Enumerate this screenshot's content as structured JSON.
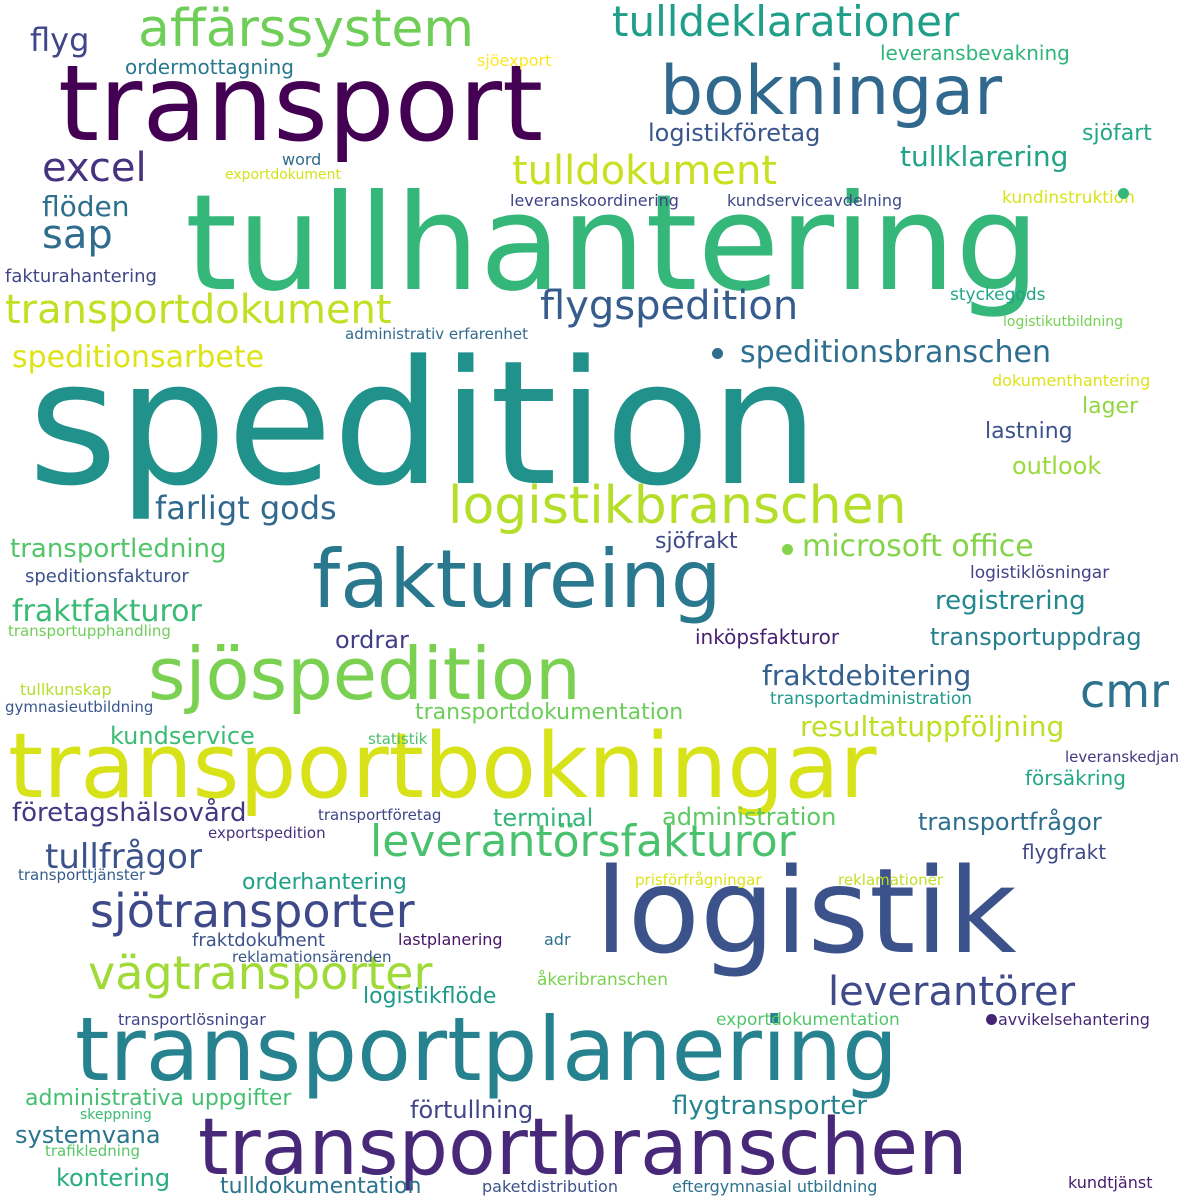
{
  "words": [
    {
      "text": "spedition",
      "color": "#21918c"
    },
    {
      "text": "tullhantering",
      "color": "#35b779"
    },
    {
      "text": "transport",
      "color": "#440154"
    },
    {
      "text": "logistik",
      "color": "#3b528b"
    },
    {
      "text": "transportplanering",
      "color": "#26828e"
    },
    {
      "text": "transportbokningar",
      "color": "#d8e219"
    },
    {
      "text": "faktureing",
      "color": "#2a788e"
    },
    {
      "text": "transportbranschen",
      "color": "#482878"
    },
    {
      "text": "bokningar",
      "color": "#31688e"
    },
    {
      "text": "sjöspedition",
      "color": "#7ad151"
    },
    {
      "text": "logistikbranschen",
      "color": "#b5de2b"
    },
    {
      "text": "affärssystem",
      "color": "#6ece58"
    },
    {
      "text": "leverantörsfakturor",
      "color": "#4ac16d"
    },
    {
      "text": "sjötransporter",
      "color": "#3e4989"
    },
    {
      "text": "vägtransporter",
      "color": "#a0da39"
    },
    {
      "text": "tulldeklarationer",
      "color": "#1f9e89"
    },
    {
      "text": "transportdokument",
      "color": "#c2df23"
    },
    {
      "text": "flygspedition",
      "color": "#365c8d"
    },
    {
      "text": "tulldokument",
      "color": "#c8e020"
    },
    {
      "text": "cmr",
      "color": "#2c728e"
    },
    {
      "text": "leverantörer",
      "color": "#3e4a89"
    },
    {
      "text": "excel",
      "color": "#46337e"
    },
    {
      "text": "sap",
      "color": "#2f6c8e"
    },
    {
      "text": "farligt gods",
      "color": "#31688e"
    },
    {
      "text": "speditionsbranschen",
      "color": "#2e6e8e"
    },
    {
      "text": "tullfrågor",
      "color": "#3b528b"
    },
    {
      "text": "speditionsarbete",
      "color": "#dde318"
    },
    {
      "text": "microsoft office",
      "color": "#84d44b"
    },
    {
      "text": "fraktfakturor",
      "color": "#3aba76"
    },
    {
      "text": "transportledning",
      "color": "#52c569"
    },
    {
      "text": "flöden",
      "color": "#2d708e"
    },
    {
      "text": "flyg",
      "color": "#3f4788"
    },
    {
      "text": "tullklarering",
      "color": "#20a386"
    },
    {
      "text": "fraktdebitering",
      "color": "#355f8d"
    },
    {
      "text": "resultatuppföljning",
      "color": "#bddf26"
    },
    {
      "text": "flygtransporter",
      "color": "#25848e"
    },
    {
      "text": "logistikföretag",
      "color": "#39568c"
    },
    {
      "text": "registrering",
      "color": "#23888e"
    },
    {
      "text": "transportuppdrag",
      "color": "#277f8e"
    },
    {
      "text": "företagshälsovård",
      "color": "#453781"
    },
    {
      "text": "transportfrågor",
      "color": "#2e6e8e"
    },
    {
      "text": "kundservice",
      "color": "#3bbb75"
    },
    {
      "text": "administration",
      "color": "#5ec962"
    },
    {
      "text": "terminal",
      "color": "#34b679"
    },
    {
      "text": "orderhantering",
      "color": "#1fa088"
    },
    {
      "text": "logistikflöde",
      "color": "#1e9c89"
    },
    {
      "text": "transportdokumentation",
      "color": "#6ccd5a"
    },
    {
      "text": "förtullning",
      "color": "#404688"
    },
    {
      "text": "administrativa uppgifter",
      "color": "#44bf70"
    },
    {
      "text": "systemvana",
      "color": "#2b748e"
    },
    {
      "text": "kontering",
      "color": "#28ae80"
    },
    {
      "text": "tulldokumentation",
      "color": "#2c738e"
    },
    {
      "text": "lastning",
      "color": "#3b528b"
    },
    {
      "text": "lager",
      "color": "#91d742"
    },
    {
      "text": "outlook",
      "color": "#9bd93c"
    },
    {
      "text": "sjöfart",
      "color": "#22a785"
    },
    {
      "text": "sjöfrakt",
      "color": "#3e4989"
    },
    {
      "text": "ordrar",
      "color": "#433e85"
    },
    {
      "text": "inköpsfakturor",
      "color": "#482173"
    },
    {
      "text": "försäkring",
      "color": "#22a884"
    },
    {
      "text": "flygfrakt",
      "color": "#3f4889"
    },
    {
      "text": "ordermottagning",
      "color": "#2a788e"
    },
    {
      "text": "leveransbevakning",
      "color": "#2fb47c"
    },
    {
      "text": "sjöexport",
      "color": "#fde725"
    },
    {
      "text": "word",
      "color": "#2f6c8e"
    },
    {
      "text": "exportdokument",
      "color": "#d2e21b"
    },
    {
      "text": "leveranskoordinering",
      "color": "#414287"
    },
    {
      "text": "kundserviceavdelning",
      "color": "#3e4a89"
    },
    {
      "text": "kundinstruktion",
      "color": "#dae319"
    },
    {
      "text": "fakturahantering",
      "color": "#3f4788"
    },
    {
      "text": "styckegods",
      "color": "#20a486"
    },
    {
      "text": "logistikutbildning",
      "color": "#75d054"
    },
    {
      "text": "administrativ erfarenhet",
      "color": "#306a8e"
    },
    {
      "text": "dokumenthantering",
      "color": "#dde318"
    },
    {
      "text": "speditionsfakturor",
      "color": "#3b528b"
    },
    {
      "text": "logistiklösningar",
      "color": "#424086"
    },
    {
      "text": "transportupphandling",
      "color": "#6ece58"
    },
    {
      "text": "tullkunskap",
      "color": "#b8de29"
    },
    {
      "text": "gymnasieutbildning",
      "color": "#39568c"
    },
    {
      "text": "transportadministration",
      "color": "#1f9a8a"
    },
    {
      "text": "statistik",
      "color": "#4ac16d"
    },
    {
      "text": "leveranskedjan",
      "color": "#453882"
    },
    {
      "text": "transportföretag",
      "color": "#3f4788"
    },
    {
      "text": "exportspedition",
      "color": "#46327e"
    },
    {
      "text": "transporttjänster",
      "color": "#355e8d"
    },
    {
      "text": "prisförfrågningar",
      "color": "#dde318"
    },
    {
      "text": "reklamationer",
      "color": "#c0df25"
    },
    {
      "text": "fraktdokument",
      "color": "#3b528b"
    },
    {
      "text": "lastplanering",
      "color": "#471365"
    },
    {
      "text": "adr",
      "color": "#2d718e"
    },
    {
      "text": "reklamationsärenden",
      "color": "#39568c"
    },
    {
      "text": "åkeribranschen",
      "color": "#7ad151"
    },
    {
      "text": "transportlösningar",
      "color": "#404588"
    },
    {
      "text": "exportdokumentation",
      "color": "#52c569"
    },
    {
      "text": "avvikelsehantering",
      "color": "#482475"
    },
    {
      "text": "skeppning",
      "color": "#3bbb75"
    },
    {
      "text": "trafikledning",
      "color": "#56c667"
    },
    {
      "text": "paketdistribution",
      "color": "#3b528b"
    },
    {
      "text": "eftergymnasial utbildning",
      "color": "#2c728e"
    },
    {
      "text": "kundtjänst",
      "color": "#481c6e"
    }
  ]
}
